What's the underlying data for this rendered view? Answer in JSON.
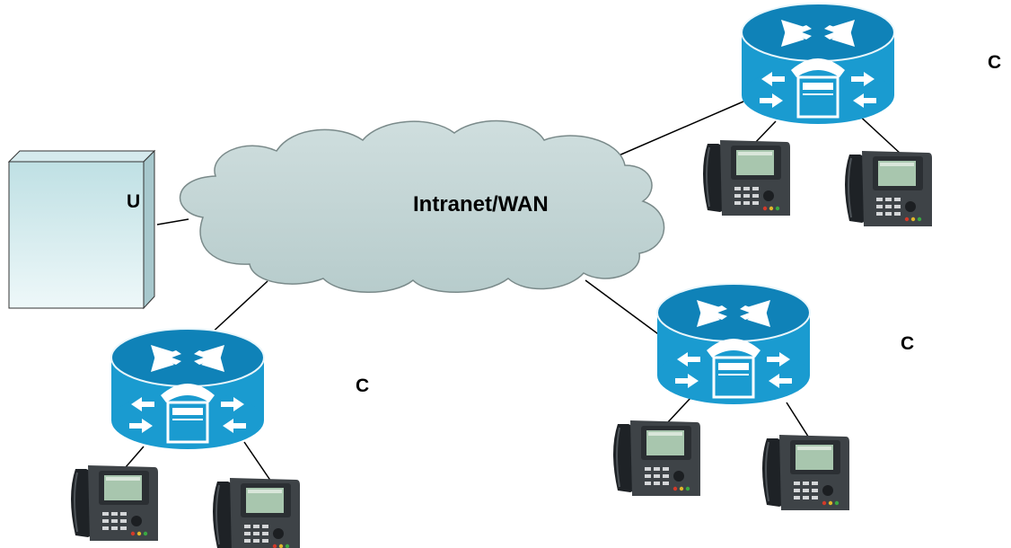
{
  "diagram": {
    "cloud_label": "Intranet/WAN",
    "server_label": "UCC",
    "site_labels": {
      "top_right": "CM",
      "bottom_right": "CM",
      "bottom_left": "CM"
    },
    "colors": {
      "router": "#1a9bd0",
      "router_top": "#0f79aa",
      "cloud": "#c2d3d3",
      "cloud_edge": "#7a8a8a",
      "server_top": "#bfe0e4",
      "server_bottom": "#e8f4f6",
      "phone_body": "#5a5e62",
      "phone_screen": "#a9c8b0"
    },
    "icons": [
      "wan-cloud-icon",
      "server-icon",
      "voice-router-icon",
      "ip-phone-icon"
    ]
  }
}
